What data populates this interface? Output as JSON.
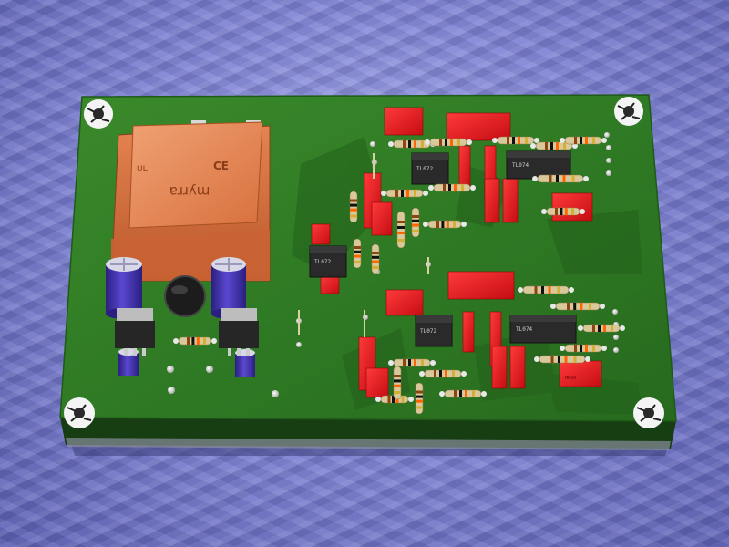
{
  "transformer": {
    "brand": "myrra",
    "marks": [
      "UL",
      "CE"
    ]
  },
  "ics": [
    {
      "label": "TL072"
    },
    {
      "label": "TL074"
    },
    {
      "label": "TL072"
    },
    {
      "label": "TL072"
    },
    {
      "label": "TL074"
    }
  ],
  "film_cap_label": "MKS4",
  "colors": {
    "background": "#8286d6",
    "board": "#2f7a24",
    "board_edge": "#173d13",
    "transformer": "#d8703e",
    "red_part": "#e2141b",
    "electrolytic": "#4332a8"
  }
}
